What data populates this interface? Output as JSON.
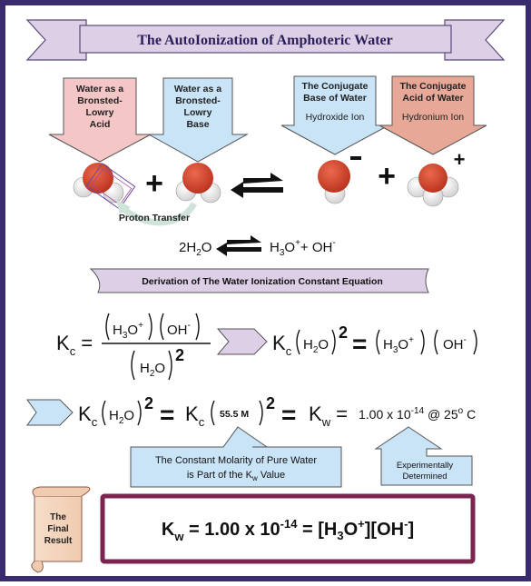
{
  "title": "The AutoIonization of Amphoteric Water",
  "labels": {
    "acid": [
      "Water as a",
      "Bronsted-",
      "Lowry",
      "Acid"
    ],
    "base": [
      "Water as a",
      "Bronsted-",
      "Lowry",
      "Base"
    ],
    "conj_base": [
      "The Conjugate",
      "Base of Water",
      "Hydroxide Ion"
    ],
    "conj_acid": [
      "The Conjugate",
      "Acid of Water",
      "Hydronium Ion"
    ],
    "proton_transfer": "Proton Transfer"
  },
  "equation": {
    "left_coeff": "2H",
    "left_sub": "2",
    "left_end": "O",
    "right1": "H",
    "right1_sub": "3",
    "right1_mid": "O",
    "right1_sup": "+",
    "plus": "+ OH",
    "right2_sup": "-"
  },
  "derivation_banner": "Derivation of The Water Ionization Constant Equation",
  "kc_eq": {
    "K": "K",
    "sub_c": "c",
    "equals": "=",
    "h3o": "H",
    "h3o_sub": "3",
    "h3o_o": "O",
    "h3o_sup": "+",
    "oh": "OH",
    "oh_sup": "-",
    "h2o": "H",
    "h2o_sub": "2",
    "h2o_o": "O",
    "squared": "2"
  },
  "kw_line": {
    "molarity": "55.5 M",
    "kw_sub": "w",
    "value": "1.00 x 10",
    "exp": "-14",
    "at": " @ 25",
    "deg": "o",
    "unit": " C"
  },
  "notes": {
    "molarity_line1": "The Constant Molarity of Pure Water",
    "molarity_line2": "is Part of the K",
    "molarity_sub": "w",
    "molarity_end": " Value",
    "experimental": [
      "Experimentally",
      "Determined"
    ]
  },
  "scroll_label": [
    "The",
    "Final",
    "Result"
  ],
  "final": {
    "K": "K",
    "sub": "w",
    "eq": " = 1.00 x 10",
    "exp": "-14",
    "rest1": " = [H",
    "rest_sub": "3",
    "rest2": "O",
    "rest_sup1": "+",
    "rest3": "][OH",
    "rest_sup2": "-",
    "rest4": "]"
  },
  "colors": {
    "frame": "#3a2a6e",
    "acid_box": "#f5c6c6",
    "base_box": "#c9e3f7",
    "conj_acid_box": "#e8a898",
    "oxygen": "#d9432a",
    "final_border": "#7a2450",
    "banner": "#ddd0e6"
  }
}
